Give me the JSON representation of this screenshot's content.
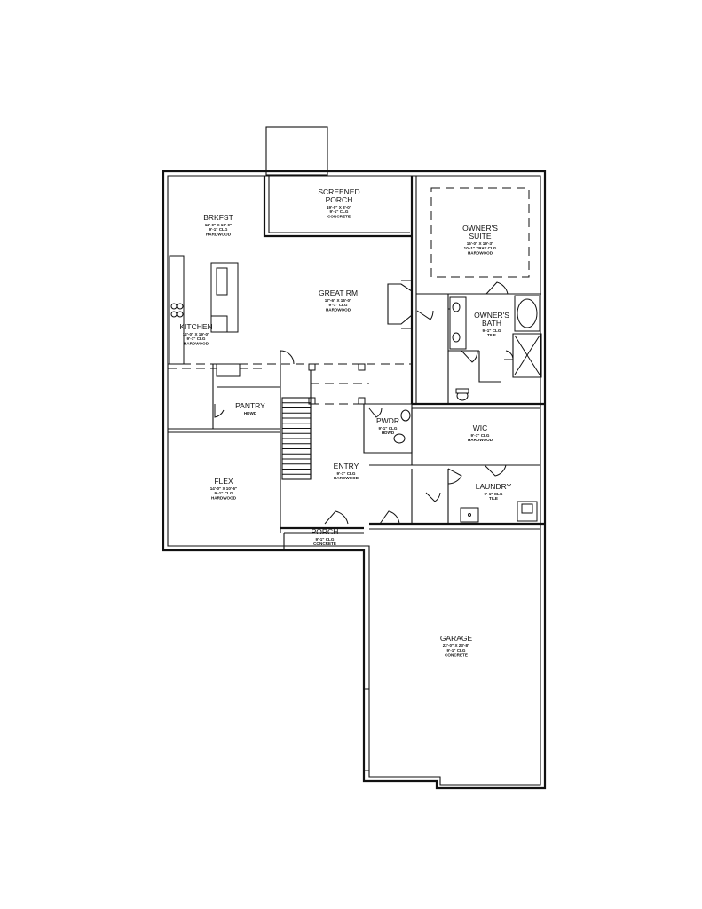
{
  "rooms": [
    {
      "id": "screened-porch",
      "name_lines": [
        "SCREENED",
        "PORCH"
      ],
      "details": [
        "19'-0\" X 8'-0\"",
        "9'-1\" CLG",
        "CONCRETE"
      ]
    },
    {
      "id": "brkfst",
      "name_lines": [
        "BRKFST"
      ],
      "details": [
        "12'-0\" X 10'-0\"",
        "9'-1\" CLG",
        "HARDWOOD"
      ]
    },
    {
      "id": "owners-suite",
      "name_lines": [
        "OWNER'S",
        "SUITE"
      ],
      "details": [
        "16'-0\" X 19'-3\"",
        "10'-1\" TRAY CLG",
        "HARDWOOD"
      ]
    },
    {
      "id": "great-rm",
      "name_lines": [
        "GREAT RM"
      ],
      "details": [
        "17'-6\" X 16'-0\"",
        "9'-1\" CLG",
        "HARDWOOD"
      ]
    },
    {
      "id": "owners-bath",
      "name_lines": [
        "OWNER'S",
        "BATH"
      ],
      "details": [
        "9'-1\" CLG",
        "TILE"
      ]
    },
    {
      "id": "kitchen",
      "name_lines": [
        "KITCHEN"
      ],
      "details": [
        "12'-0\" X 19'-0\"",
        "9'-1\" CLG",
        "HARDWOOD"
      ]
    },
    {
      "id": "pantry",
      "name_lines": [
        "PANTRY"
      ],
      "details": [
        "HDWD"
      ]
    },
    {
      "id": "pwdr",
      "name_lines": [
        "PWDR"
      ],
      "details": [
        "9'-1\" CLG",
        "HDWD"
      ]
    },
    {
      "id": "wic",
      "name_lines": [
        "WIC"
      ],
      "details": [
        "9'-1\" CLG",
        "HARDWOOD"
      ]
    },
    {
      "id": "flex",
      "name_lines": [
        "FLEX"
      ],
      "details": [
        "14'-0\" X 10'-6\"",
        "9'-1\" CLG",
        "HARDWOOD"
      ]
    },
    {
      "id": "entry",
      "name_lines": [
        "ENTRY"
      ],
      "details": [
        "9'-1\" CLG",
        "HARDWOOD"
      ]
    },
    {
      "id": "laundry",
      "name_lines": [
        "LAUNDRY"
      ],
      "details": [
        "9'-1\" CLG",
        "TILE"
      ]
    },
    {
      "id": "porch",
      "name_lines": [
        "PORCH"
      ],
      "details": [
        "9'-1\" CLG",
        "CONCRETE"
      ]
    },
    {
      "id": "garage",
      "name_lines": [
        "GARAGE"
      ],
      "details": [
        "22'-0\" X 23'-8\"",
        "9'-1\" CLG",
        "CONCRETE"
      ]
    }
  ]
}
